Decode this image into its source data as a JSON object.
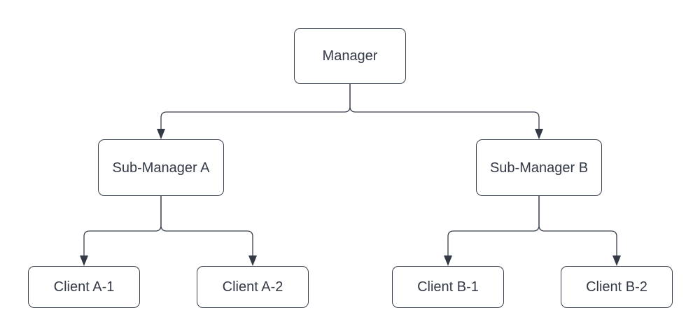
{
  "diagram": {
    "type": "org-chart",
    "background_color": "#ffffff",
    "node_fill_color": "#ffffff",
    "node_border_color": "#39404d",
    "connector_color": "#39404d",
    "text_color": "#333a46",
    "nodes": [
      {
        "id": "manager",
        "label": "Manager"
      },
      {
        "id": "sub-manager-a",
        "label": "Sub-Manager A"
      },
      {
        "id": "sub-manager-b",
        "label": "Sub-Manager B"
      },
      {
        "id": "client-a-1",
        "label": "Client A-1"
      },
      {
        "id": "client-a-2",
        "label": "Client A-2"
      },
      {
        "id": "client-b-1",
        "label": "Client B-1"
      },
      {
        "id": "client-b-2",
        "label": "Client B-2"
      }
    ],
    "edges": [
      {
        "from": "Manager",
        "to": "Sub-Manager A",
        "arrow": "triangle"
      },
      {
        "from": "Manager",
        "to": "Sub-Manager B",
        "arrow": "triangle"
      },
      {
        "from": "Sub-Manager A",
        "to": "Client A-1",
        "arrow": "triangle"
      },
      {
        "from": "Sub-Manager A",
        "to": "Client A-2",
        "arrow": "triangle"
      },
      {
        "from": "Sub-Manager B",
        "to": "Client B-1",
        "arrow": "triangle"
      },
      {
        "from": "Sub-Manager B",
        "to": "Client B-2",
        "arrow": "triangle"
      }
    ]
  }
}
